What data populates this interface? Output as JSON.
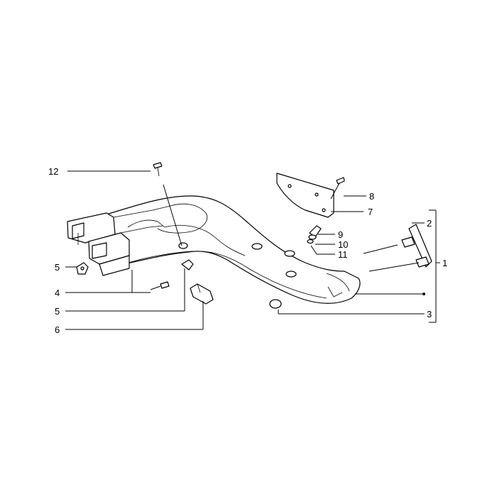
{
  "callouts": {
    "c1": "1",
    "c2": "2",
    "c3": "3",
    "c4": "4",
    "c5a": "5",
    "c5b": "5",
    "c6": "6",
    "c7": "7",
    "c8": "8",
    "c9": "9",
    "c10": "10",
    "c11": "11",
    "c12": "12"
  }
}
